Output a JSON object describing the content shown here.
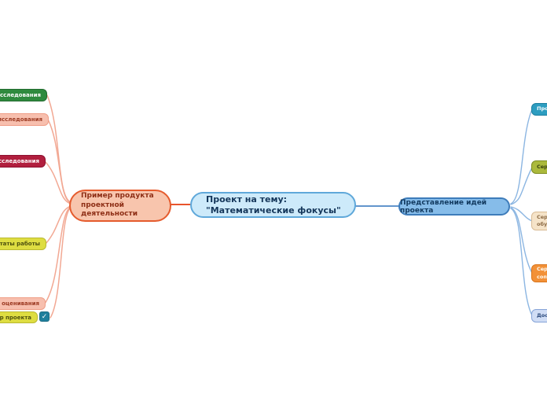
{
  "canvas": {
    "background": "#ffffff"
  },
  "root_node": {
    "label": "Проект на тему:\n\"Математические фокусы\"",
    "fill": "#cdeafa",
    "border": "#5fa8da",
    "text_color": "#14365a"
  },
  "left_branch": {
    "label": "Пример продукта\nпроектной\nдеятельности",
    "fill": "#f8c5ad",
    "border": "#e55c2e",
    "text_color": "#8e2f16"
  },
  "right_branch": {
    "label": "Представление идей проекта",
    "fill": "#86bce9",
    "border": "#3e7cba",
    "text_color": "#123a60"
  },
  "left_leaves": [
    {
      "label": "Цель исследования",
      "fill": "#2f8a3e",
      "border": "#226b2f",
      "text_color": "#ffffff"
    },
    {
      "label": "етоды исследования",
      "fill": "#f7bfae",
      "border": "#ef9d86",
      "text_color": "#9c3a22"
    },
    {
      "label": "отеза исследования",
      "fill": "#b11f3e",
      "border": "#8e1030",
      "text_color": "#ffffff"
    },
    {
      "label": "е результаты работы",
      "fill": "#dedd41",
      "border": "#b9b930",
      "text_color": "#4f520f"
    },
    {
      "label": "Пример оценивания",
      "fill": "#f7bfae",
      "border": "#ef9d86",
      "text_color": "#9c3a22"
    },
    {
      "label": "Пример проекта",
      "fill": "#dedd41",
      "border": "#b9b930",
      "text_color": "#4f520f"
    }
  ],
  "check_icon": {
    "glyph": "✓",
    "fill": "#1f7f9c"
  },
  "right_leaves": [
    {
      "label": "Пробл",
      "fill": "#2d9dc0",
      "border": "#1d7fa0",
      "text_color": "#ffffff"
    },
    {
      "label": "Серви",
      "fill": "#abb93c",
      "border": "#7d8c22",
      "text_color": "#39420f"
    },
    {
      "label": "Серви\nобуча",
      "fill": "#f5e3c8",
      "border": "#d9bb94",
      "text_color": "#8c6b46"
    },
    {
      "label": "Серви\nсопро",
      "fill": "#f29138",
      "border": "#d9751c",
      "text_color": "#fffdf5"
    },
    {
      "label": "Доста",
      "fill": "#d0ddf5",
      "border": "#85a3d8",
      "text_color": "#2c4a7c"
    }
  ],
  "connectors": {
    "left_fan_color": "#f2a893",
    "right_fan_color": "#8cb6e2",
    "root_left_color": "#e8542c",
    "root_right_color": "#4c86c4"
  }
}
